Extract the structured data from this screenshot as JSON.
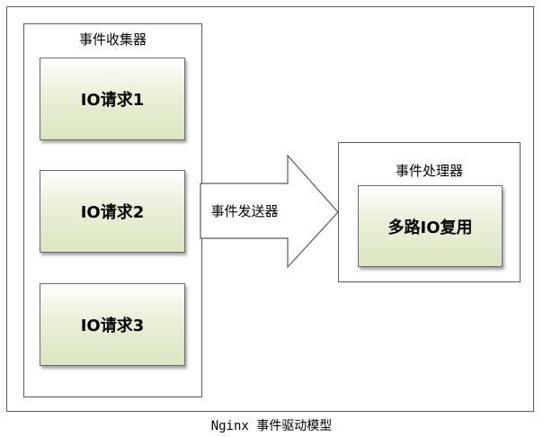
{
  "diagram": {
    "collector": {
      "title": "事件收集器",
      "requests": [
        "IO请求1",
        "IO请求2",
        "IO请求3"
      ]
    },
    "dispatcher": {
      "label": "事件发送器"
    },
    "processor": {
      "title": "事件处理器",
      "inner": "多路IO复用"
    },
    "caption": "Nginx 事件驱动模型"
  }
}
